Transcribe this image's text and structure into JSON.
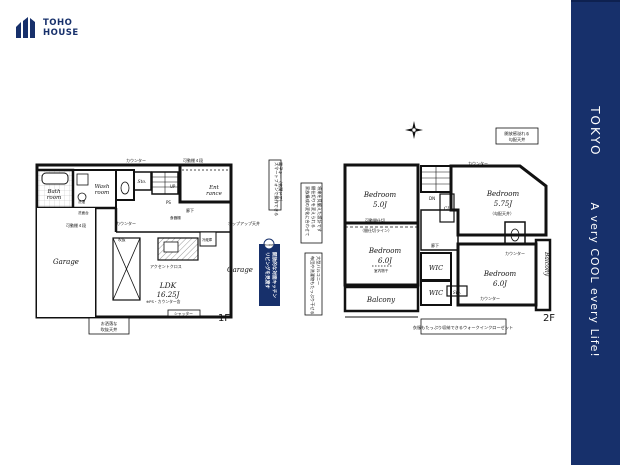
{
  "brand": {
    "line1": "TOHO",
    "line2": "HOUSE"
  },
  "sidebar": {
    "city": "TOKYO",
    "slogan": "A very COOL every Life!"
  },
  "floor1": {
    "label": "1F",
    "rooms": {
      "bath": [
        "Bath",
        "room"
      ],
      "wash": [
        "Wash",
        "room"
      ],
      "entrance": [
        "Ent",
        "rance"
      ],
      "garage_left": "Garage",
      "garage_right": "Garage",
      "ldk": "LDK",
      "ldk_size": "16.25J",
      "sto": "Sto."
    },
    "notes": {
      "counter_top": "カウンター",
      "movable_shelf_top": "可動棚４段",
      "laundry": "洗面台",
      "washing": "洗濯",
      "movable_shelf_left": "可動棚４段",
      "hallway": "廊下",
      "up": "UP",
      "ps": "PS",
      "counter_mid": "カウンター",
      "cupboard": "食器棚",
      "fridge": "冷蔵庫",
      "accent_cloth": "アクセントクロス",
      "ps_counter": "※PS・カウンター含",
      "popup_ceiling": "ポップアップ天井",
      "shutter": "シャッター",
      "bay": "吹抜",
      "callout_smart": [
        "スマートフォンで操作できる",
        "電子キー（玄関ドア）"
      ],
      "callout_kitchen": [
        "リビングを見渡す",
        "開放的な対面キッチン"
      ],
      "callout_kitchen_badge": "POINT",
      "callout_void": [
        "お洒落な",
        "吹抜天井"
      ]
    }
  },
  "floor2": {
    "label": "2F",
    "rooms": {
      "bed1": "Bedroom",
      "bed1_size": "5.0J",
      "bed2": "Bedroom",
      "bed2_size": "5.75J",
      "bed3": "Bedroom",
      "bed3_size": "6.0J",
      "bed4": "Bedroom",
      "bed4_size": "6.0J",
      "balcony_main": "Balcony",
      "balcony_side": "Balcony",
      "wic1": "WIC",
      "wic2": "WIC",
      "cl": "CL",
      "sto": "Sto."
    },
    "notes": {
      "counter_top": "カウンター",
      "slope_ceiling": "（勾配天井）",
      "dn": "DN",
      "hallway": "廊下",
      "partition": "可動間仕切",
      "partition_line": "（間仕切ライン）",
      "indoor_drying": "室内物干",
      "counter_right": "カウンター",
      "counter_bottom": "カウンター",
      "callout_slope": [
        "開放感溢れる",
        "勾配天井"
      ],
      "callout_split": [
        "家族構成の変化に合わせて",
        "間仕切りを変えられる",
        "将来を見据えた設計です"
      ],
      "callout_balcony": [
        "布団や洗濯物もたっぷり干せる",
        "大型バルコニー"
      ],
      "callout_storage": "衣服もたっぷり収納できるウォークインクローゼット"
    }
  }
}
